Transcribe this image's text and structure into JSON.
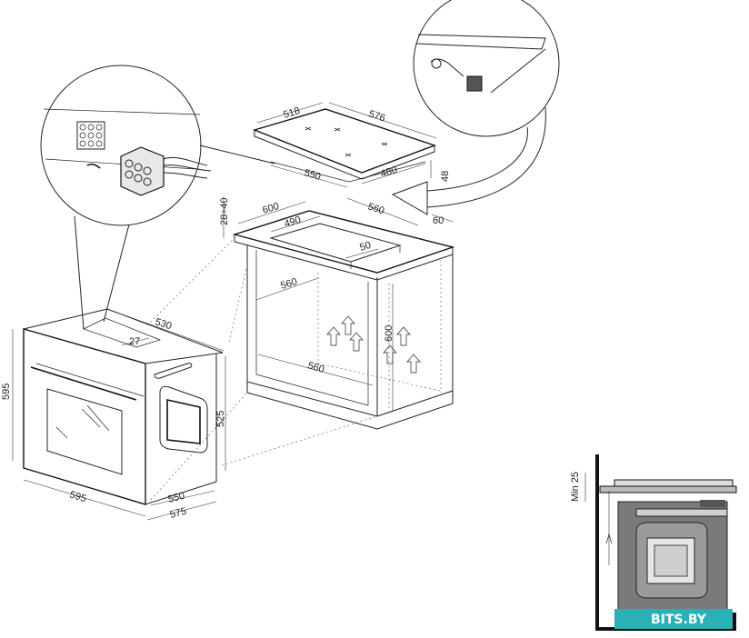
{
  "hob": {
    "depth": "518",
    "width": "576",
    "cut_depth": "480",
    "cut_width": "550",
    "cut_min_front": "560",
    "height": "48"
  },
  "cabinet": {
    "top_thickness": "28÷40",
    "depth": "600",
    "inner": "490",
    "clearance_back": "60",
    "gap": "50",
    "width": "560",
    "niche_height": "600",
    "niche_width": "560",
    "niche_depth": "560"
  },
  "oven": {
    "height": "595",
    "depth": "530",
    "panel": "27",
    "body_height": "525",
    "width": "595",
    "depth_body": "550",
    "depth_total": "575"
  },
  "section": {
    "min_gap": "Min 25"
  },
  "watermark": "BITS.BY"
}
